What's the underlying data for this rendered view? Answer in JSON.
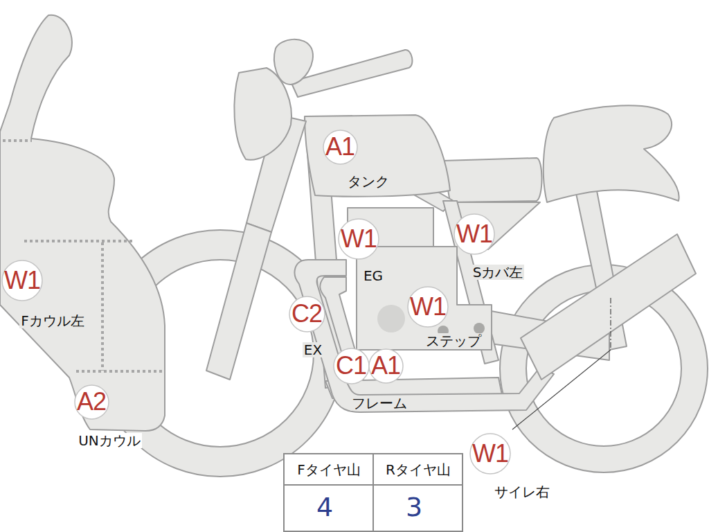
{
  "diagram": {
    "nodes": [
      {
        "text": [
          "A1"
        ]
      },
      {
        "text": [
          "W1"
        ]
      },
      {
        "text": [
          "W1"
        ]
      },
      {
        "text": [
          "W1"
        ]
      },
      {
        "text": [
          "W1"
        ]
      },
      {
        "text": [
          "C2"
        ]
      },
      {
        "text": [
          "C1"
        ]
      },
      {
        "text": [
          "A1"
        ]
      },
      {
        "text": [
          "A2"
        ]
      },
      {
        "text": [
          "W1"
        ]
      }
    ],
    "labels": [
      "タンク",
      "Sカバ左",
      "EG",
      "Fカウル左",
      "ステップ",
      "EX",
      "フレーム",
      "UNカウル",
      "サイレ右",
      "Fタイヤ山",
      "Rタイヤ山",
      "4",
      "3"
    ]
  }
}
